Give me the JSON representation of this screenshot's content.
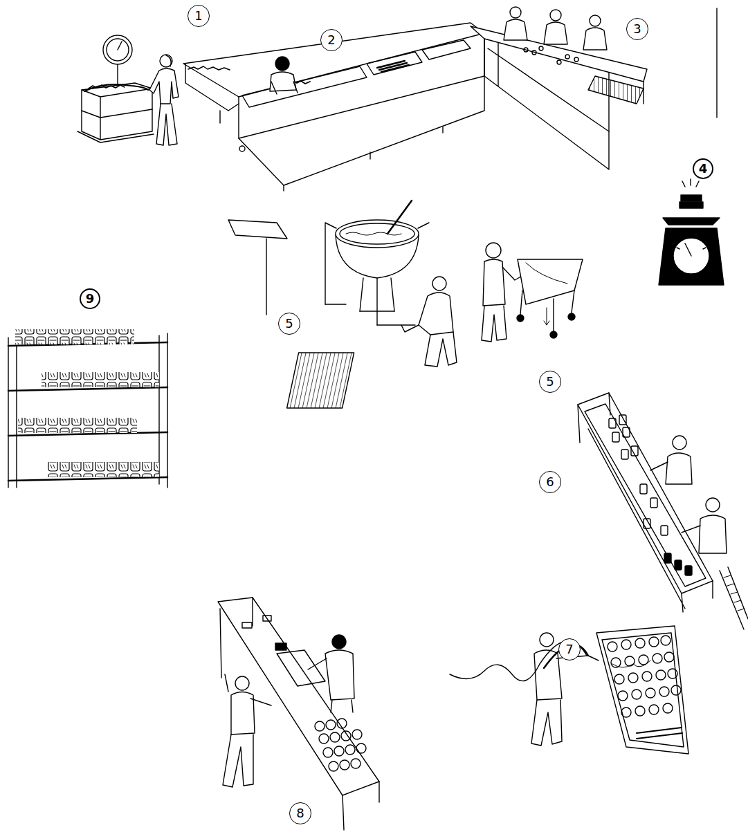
{
  "diagram": {
    "nodes": [
      {
        "text": [
          "1"
        ]
      },
      {
        "text": [
          "2"
        ]
      },
      {
        "text": [
          "3"
        ]
      },
      {
        "text": [
          "4"
        ]
      },
      {
        "text": [
          "5"
        ]
      },
      {
        "text": [
          "5"
        ]
      },
      {
        "text": [
          "6"
        ]
      },
      {
        "text": [
          "7"
        ]
      },
      {
        "text": [
          "8"
        ]
      },
      {
        "text": [
          "9"
        ]
      }
    ]
  }
}
